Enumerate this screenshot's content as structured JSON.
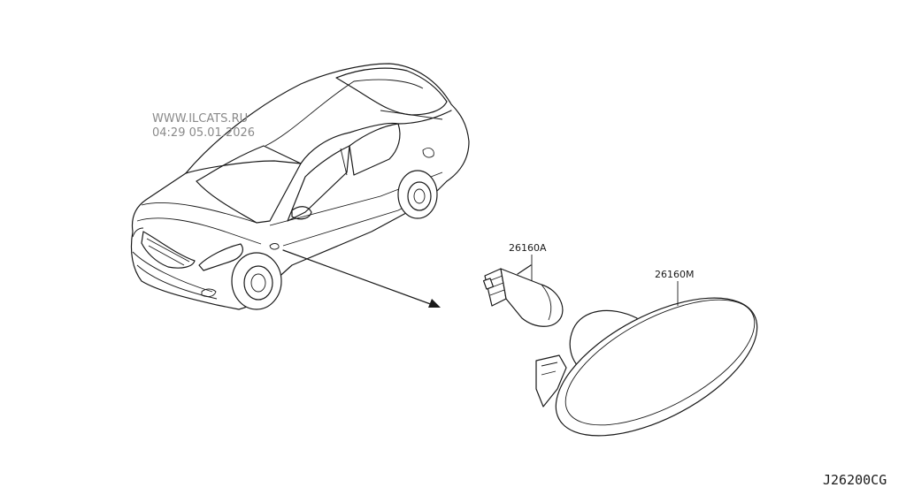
{
  "watermark": {
    "site": "WWW.ILCATS.RU",
    "timestamp": "04:29 05.01.2026"
  },
  "parts": [
    {
      "number": "26160A"
    },
    {
      "number": "26160M"
    }
  ],
  "diagram_code": "J26200CG",
  "colors": {
    "line": "#1a1a1a",
    "watermark": "#8a8a8a",
    "background": "#ffffff"
  }
}
